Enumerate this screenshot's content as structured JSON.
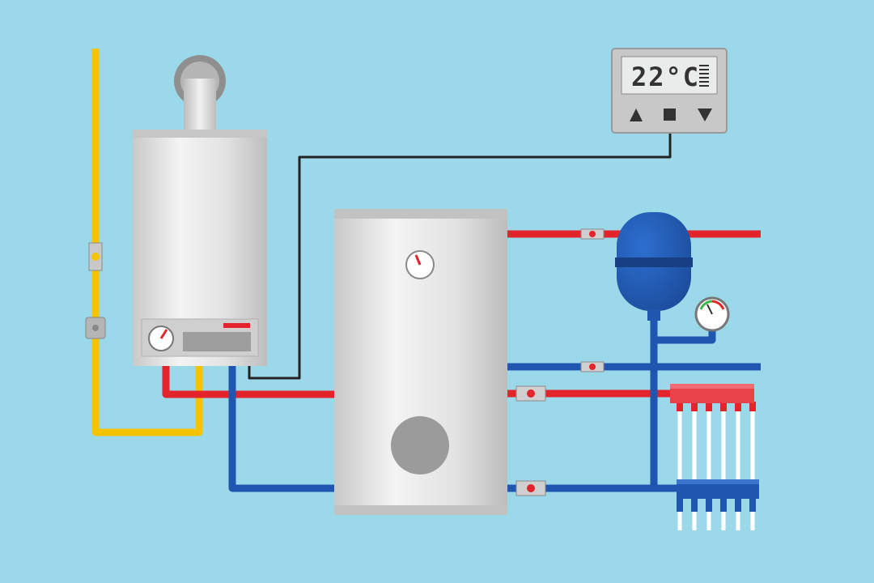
{
  "diagram": {
    "background": "#9bd8ea",
    "colors": {
      "gas": "#f5c400",
      "hot": "#e3242b",
      "cold": "#1f56b0",
      "control": "#222222",
      "tank": "#d7d7d7",
      "expansion_vessel": "#1f56b0",
      "manifold_hot": "#e8434b",
      "manifold_cold": "#1f56b0"
    },
    "components": {
      "boiler": "wall-mounted-boiler",
      "tank": "hot-water-storage-tank",
      "thermostat": "room-thermostat",
      "expansion_vessel": "expansion-vessel",
      "pressure_gauge": "pressure-gauge",
      "manifold": "underfloor-heating-manifold"
    }
  },
  "thermostat": {
    "display": "22°C",
    "buttons": {
      "up": "triangle-up-icon",
      "stop": "square-icon",
      "down": "triangle-down-icon"
    }
  }
}
